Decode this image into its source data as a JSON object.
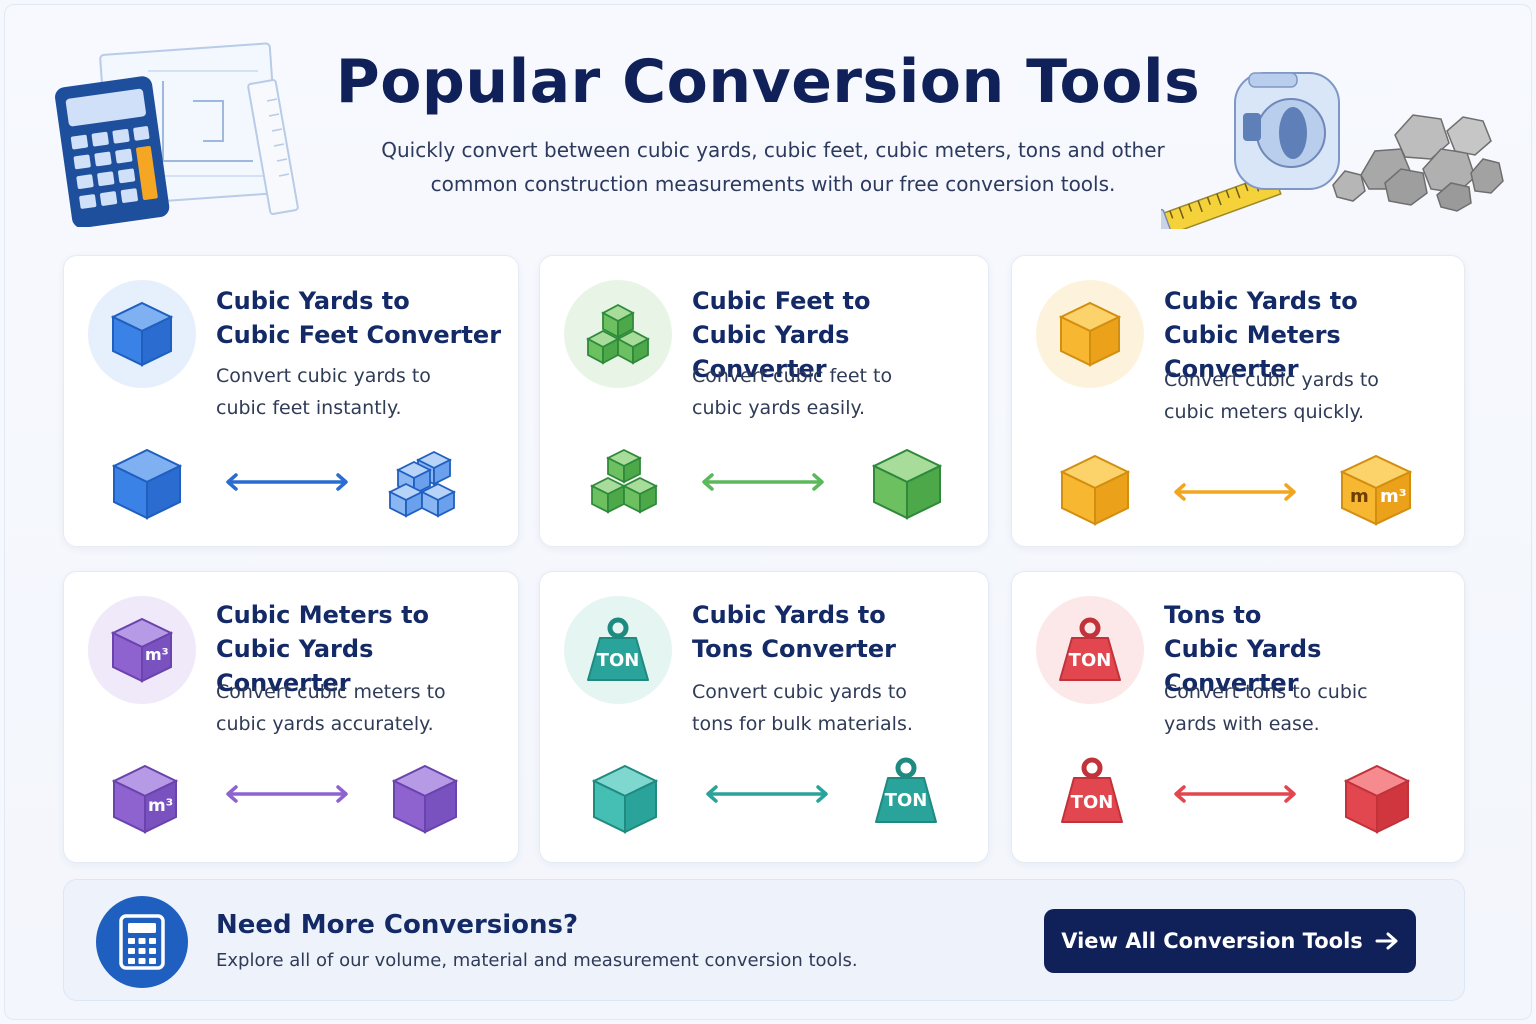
{
  "header": {
    "title": "Popular Conversion Tools",
    "subtitle": "Quickly convert between cubic yards, cubic feet, cubic meters, tons and other common construction measurements with our free conversion tools."
  },
  "colors": {
    "navy": "#0f2158",
    "blue": "#3b82e6",
    "green": "#5cb85c",
    "amber": "#f7b731",
    "purple": "#8e63cf",
    "teal": "#2aa39a",
    "red": "#e2474f"
  },
  "cards": [
    {
      "title_line1": "Cubic Yards to",
      "title_line2": "Cubic Feet Converter",
      "desc_line1": "Convert cubic yards to",
      "desc_line2": "cubic feet instantly."
    },
    {
      "title_line1": "Cubic Feet to",
      "title_line2": "Cubic Yards Converter",
      "desc_line1": "Convert cubic feet to",
      "desc_line2": "cubic yards easily."
    },
    {
      "title_line1": "Cubic Yards to",
      "title_line2": "Cubic Meters Converter",
      "desc_line1": "Convert cubic yards to",
      "desc_line2": "cubic meters quickly."
    },
    {
      "title_line1": "Cubic Meters to",
      "title_line2": "Cubic Yards Converter",
      "desc_line1": "Convert cubic meters to",
      "desc_line2": "cubic yards accurately."
    },
    {
      "title_line1": "Cubic Yards to",
      "title_line2": "Tons Converter",
      "desc_line1": "Convert cubic yards to",
      "desc_line2": "tons for bulk materials."
    },
    {
      "title_line1": "Tons to",
      "title_line2": "Cubic Yards Converter",
      "desc_line1": "Convert tons to cubic",
      "desc_line2": "yards with ease."
    }
  ],
  "icon_labels": {
    "ton": "TON",
    "m3": "m³",
    "m": "m"
  },
  "banner": {
    "title": "Need More Conversions?",
    "desc": "Explore all of our volume, material and measurement conversion tools.",
    "button_label": "View All Conversion Tools",
    "button_icon": "arrow-right-icon"
  }
}
